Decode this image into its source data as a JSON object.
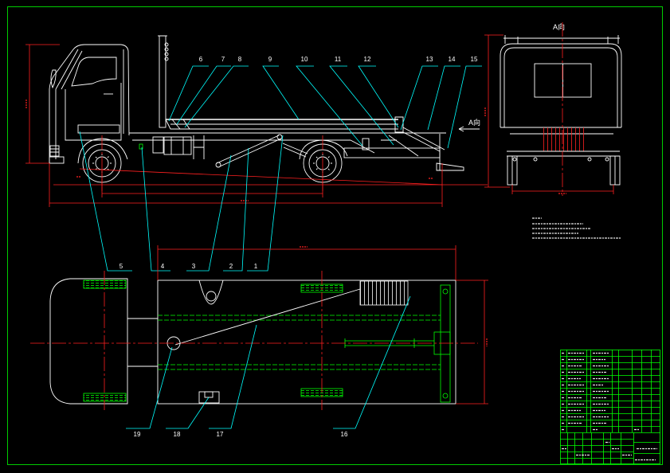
{
  "drawing": {
    "colors": {
      "background": "#000000",
      "frame": "#00ff00",
      "outline": "#ffffff",
      "dimension": "#ff0000",
      "leader": "#00ffff"
    }
  },
  "side_view": {
    "callouts_top": [
      "6",
      "7",
      "8",
      "9",
      "10",
      "11",
      "12",
      "13",
      "14",
      "15"
    ],
    "callouts_bottom": [
      "5",
      "4",
      "3",
      "2",
      "1"
    ],
    "view_direction_label": "A向"
  },
  "rear_view": {
    "title": "A向"
  },
  "plan_view": {
    "callouts": [
      "19",
      "18",
      "17",
      "16"
    ]
  }
}
